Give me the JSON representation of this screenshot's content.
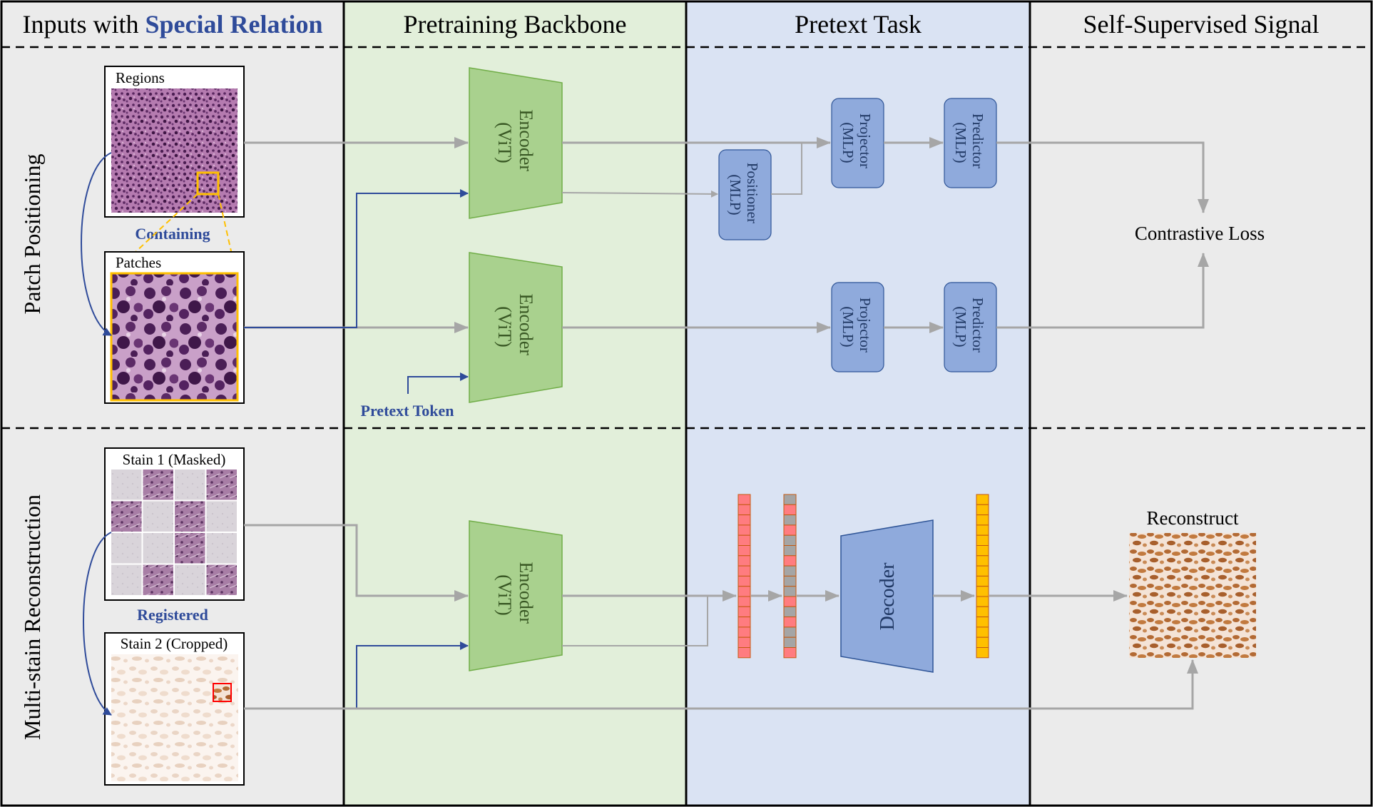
{
  "columns": {
    "inputs_prefix": "Inputs with ",
    "inputs_highlight": "Special Relation",
    "backbone": "Pretraining Backbone",
    "pretext": "Pretext Task",
    "signal": "Self-Supervised Signal"
  },
  "rows": {
    "row1": "Patch Positioning",
    "row2": "Multi-stain Reconstruction"
  },
  "images": {
    "regions": "Regions",
    "patches": "Patches",
    "containing": "Containing",
    "stain1": "Stain 1 (Masked)",
    "stain2": "Stain 2 (Cropped)",
    "registered": "Registered"
  },
  "modules": {
    "encoder1": [
      "Encoder",
      "(ViT)"
    ],
    "encoder2": [
      "Encoder",
      "(ViT)"
    ],
    "encoder3": [
      "Encoder",
      "(ViT)"
    ],
    "positioner": [
      "Positioner",
      "(MLP)"
    ],
    "projector1": [
      "Projector",
      "(MLP)"
    ],
    "projector2": [
      "Projector",
      "(MLP)"
    ],
    "predictor1": [
      "Predictor",
      "(MLP)"
    ],
    "predictor2": [
      "Predictor",
      "(MLP)"
    ],
    "decoder": "Decoder"
  },
  "labels": {
    "pretext_token": "Pretext Token",
    "contrastive_loss": "Contrastive Loss",
    "reconstruct": "Reconstruct"
  },
  "colors": {
    "col_inputs_bg": "#ebebeb",
    "col_backbone_bg": "#e2efda",
    "col_pretext_bg": "#dae3f3",
    "col_signal_bg": "#ebebeb",
    "encoder_fill": "#a9d18e",
    "encoder_text": "#385723",
    "mlp_fill": "#8faadc",
    "mlp_text": "#203864",
    "accent_blue": "#2f4b9a",
    "arrow_gray": "#a6a6a6",
    "highlight_orange": "#ffc000",
    "token_red": "#ff7c80",
    "token_gray": "#a5a5a5",
    "token_yellow": "#ffc000"
  },
  "stain1_tiles": [
    "light",
    "dark",
    "light",
    "dark",
    "dark",
    "light",
    "dark",
    "light",
    "light",
    "light",
    "dark",
    "light",
    "light",
    "dark",
    "light",
    "dark"
  ],
  "masked_token_pattern": [
    "gray",
    "red",
    "gray",
    "red",
    "gray",
    "gray",
    "red",
    "gray",
    "gray",
    "gray",
    "red",
    "gray",
    "red",
    "gray",
    "gray",
    "red"
  ]
}
